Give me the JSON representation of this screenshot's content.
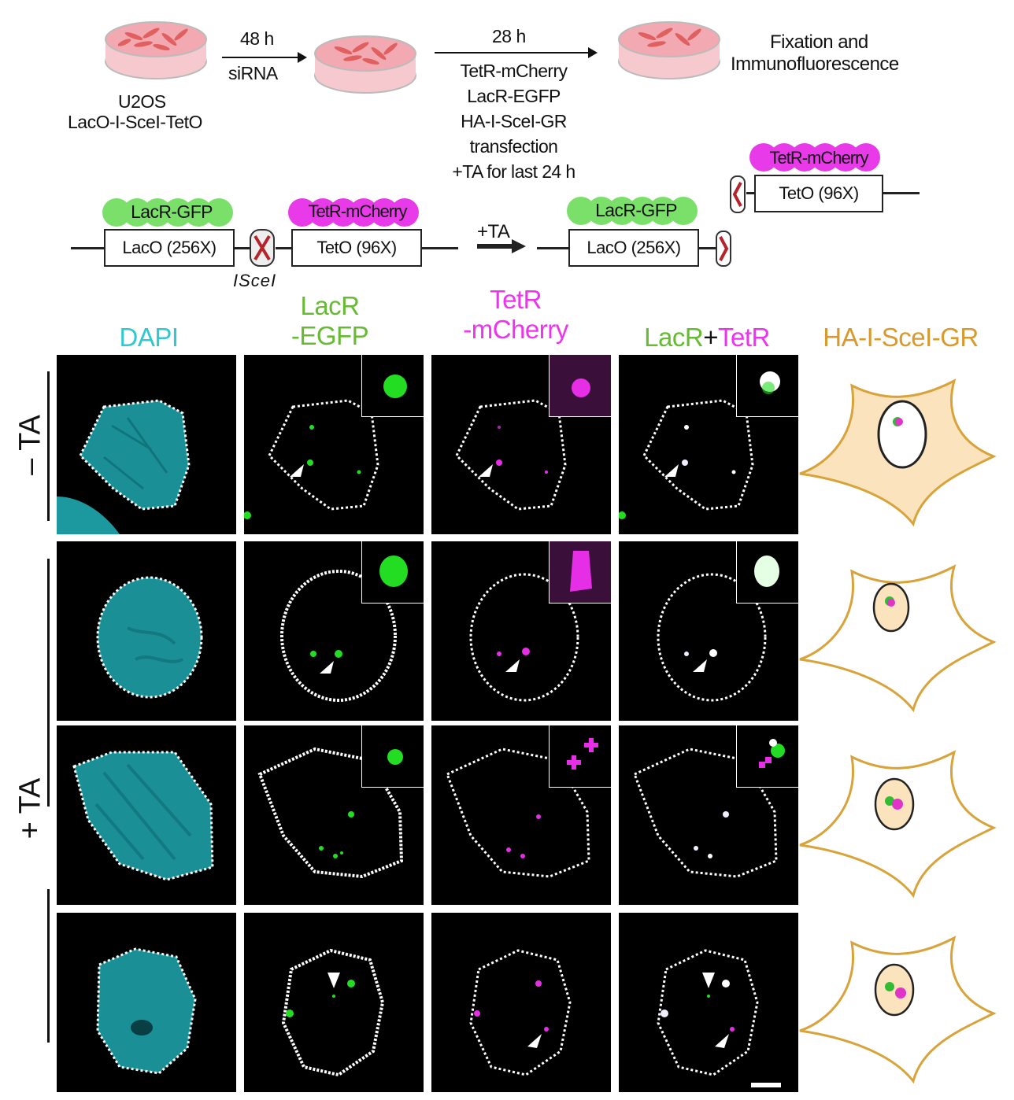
{
  "schematic": {
    "cell_line": "U2OS",
    "construct": "LacO-I-SceI-TetO",
    "step1_time": "48 h",
    "step1_treatment": "siRNA",
    "step2_time": "28 h",
    "step2_lines": [
      "TetR-mCherry",
      "LacR-EGFP",
      "HA-I-SceI-GR",
      "transfection",
      "+TA for last  24 h"
    ],
    "step3_line1": "Fixation and",
    "step3_line2": "Immunofluorescence"
  },
  "locus": {
    "lacr_label": "LacR-GFP",
    "tetr_label": "TetR-mCherry",
    "laco_label": "LacO  (256X)",
    "teto_label": "TetO (96X)",
    "isce_label": "ISceI",
    "ta_label": "+TA",
    "lacr_label_2": "LacR-GFP",
    "laco_label_2": "LacO  (256X)",
    "tetr_label_2": "TetR-mCherry",
    "teto_label_2": "TetO (96X)"
  },
  "columns": {
    "dapi": "DAPI",
    "lacr_1": "LacR",
    "lacr_2": "-EGFP",
    "tetr_1": "TetR",
    "tetr_2": "-mCherry",
    "merge_a": "LacR",
    "merge_plus": "+",
    "merge_b": "TetR",
    "cartoon": "HA-I-SceI-GR"
  },
  "rows": {
    "minus_ta": "– TA",
    "plus_ta": "+ TA"
  },
  "colors": {
    "dapi": "#2fd3d8",
    "green": "#22dd22",
    "magenta": "#e52ee5",
    "cell_outline": "#d8a33a",
    "cell_fill_minus": "#fbe3bd",
    "nucleus_fill": "#fbe3bd",
    "column_green": "#66bb33",
    "column_magenta": "#ee33ee",
    "column_orange": "#d99a2b"
  }
}
